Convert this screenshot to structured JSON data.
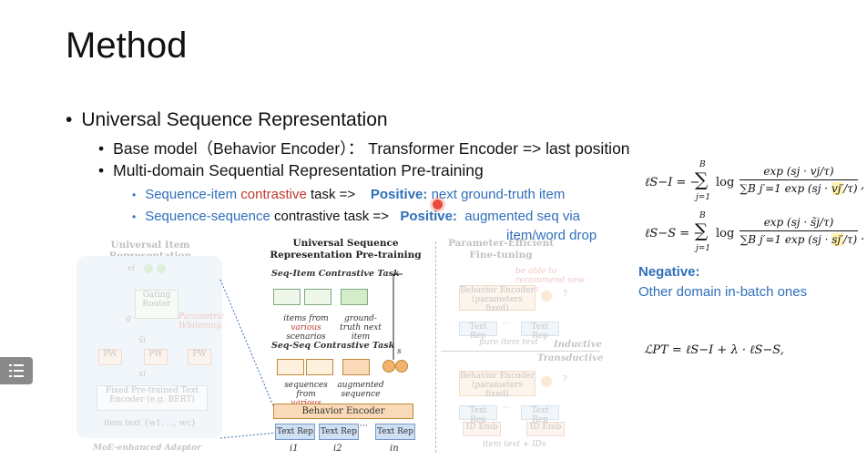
{
  "slide": {
    "title": "Method",
    "bullets": {
      "b1": "Universal Sequence Representation",
      "b1_1": "Base model（Behavior Encoder）： Transformer Encoder => last position",
      "b1_2": "Multi-domain Sequential Representation Pre-training",
      "b1_2_1": {
        "part_a": "Sequence-item ",
        "part_b": "contrastive",
        "part_c": " task => ",
        "part_d": "Positive:",
        "part_e": " next ground-truth item"
      },
      "b1_2_2": {
        "part_a": "Sequence-sequence",
        "part_b": " contrastive task => ",
        "part_c": "Positive:",
        "part_d": " augmented seq via",
        "part_e": "item/word drop"
      }
    },
    "negative": {
      "label": "Negative:",
      "text": "Other domain in-batch ones"
    },
    "formulas": {
      "l_si_lhs": "ℓS−I = −",
      "l_ss_lhs": "ℓS−S = −",
      "sum_top": "B",
      "sum_bottom": "j=1",
      "log": "log",
      "si_num": "exp (sj · vj/τ)",
      "si_den_a": "∑B j′=1 exp (sj · ",
      "si_den_hl": "vj′",
      "si_den_b": "/τ)",
      "ss_num": "exp (sj · s̃j/τ)",
      "ss_den_a": "∑B j′=1 exp (sj · ",
      "ss_den_hl": "sj′",
      "ss_den_b": "/τ)",
      "pt": "ℒPT = ℓS−I + λ · ℓS−S,"
    }
  },
  "diagram": {
    "left_title": "Universal Item Representation",
    "v_i": "vi",
    "gating": "Gating Router",
    "g": "g",
    "param_whitening": "Parametric Whitening",
    "x_tilde": "x̃i",
    "pw": "PW",
    "x_i": "xi",
    "fixed_encoder": "Fixed Pre-trained Text Encoder (e.g. BERT)",
    "item_text": "item text {w1, ..., wc}",
    "moe": "MoE-enhanced Adaptor",
    "center_title": "Universal Sequence Representation Pre-training",
    "seq_item_task": "Seq-Item Contrastive Task",
    "items_from": "items from",
    "various": "various",
    "scenarios": " scenarios",
    "ground_truth": "ground-truth next item",
    "seq_seq_task": "Seq-Seq Contrastive Task",
    "sequences_from": "sequences from",
    "augmented": "augmented sequence",
    "s": "s",
    "behavior_encoder": "Behavior Encoder",
    "text_rep": "Text Rep",
    "dots": "···",
    "i1": "i1",
    "i2": "i2",
    "in": "in",
    "right_title": "Parameter-Efficient Fine-tuning",
    "recommend": "be able to recommend new items",
    "be_fixed": "Behavior Encoder (parameters fixed)",
    "q": "?",
    "pure_item_text": "pure item text",
    "inductive": "Inductive",
    "transductive": "Transductive",
    "id_emb": "ID Emb",
    "item_text_ids": "item text + IDs"
  },
  "colors": {
    "blue": "#2f6fba",
    "red": "#c0392b",
    "encoder_fill": "#f9d9b8",
    "textrep_fill": "#cfe0f3"
  }
}
